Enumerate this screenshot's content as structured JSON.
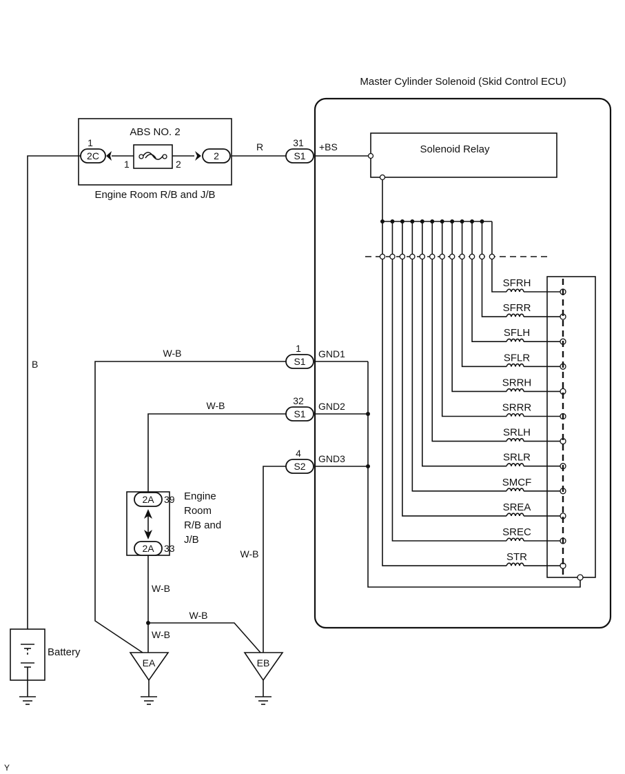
{
  "ecu": {
    "title": "Master Cylinder Solenoid (Skid Control ECU)",
    "relay_label": "Solenoid Relay",
    "power_terminal": "+BS",
    "gnd_terminals": [
      "GND1",
      "GND2",
      "GND3"
    ],
    "solenoids": [
      "SFRH",
      "SFRR",
      "SFLH",
      "SFLR",
      "SRRH",
      "SRRR",
      "SRLH",
      "SRLR",
      "SMCF",
      "SREA",
      "SREC",
      "STR"
    ]
  },
  "fuse_block": {
    "fuse_label": "ABS NO. 2",
    "block_label": "Engine Room R/B and J/B",
    "left_connector": "2C",
    "left_connector_pin": "1",
    "right_connector": "2",
    "fuse_pin_left": "1",
    "fuse_pin_right": "2"
  },
  "connectors": {
    "s1_power": {
      "name": "S1",
      "pin": "31"
    },
    "s1_gnd1": {
      "name": "S1",
      "pin": "1"
    },
    "s1_gnd2": {
      "name": "S1",
      "pin": "32"
    },
    "s2_gnd3": {
      "name": "S2",
      "pin": "4"
    }
  },
  "junction_block": {
    "label_lines": [
      "Engine",
      "Room",
      "R/B and",
      "J/B"
    ],
    "top_connector": "2A",
    "top_pin": "39",
    "bottom_connector": "2A",
    "bottom_pin": "33"
  },
  "wire_colors": {
    "power": "R",
    "battery": "B",
    "gnd1": "W-B",
    "gnd2": "W-B",
    "jb_down": "W-B",
    "ea_eb_link": "W-B",
    "ea_drop": "W-B",
    "gnd3_eb": "W-B"
  },
  "battery": {
    "label": "Battery"
  },
  "grounds": {
    "ea": "EA",
    "eb": "EB"
  },
  "footer": {
    "code": "Y"
  }
}
